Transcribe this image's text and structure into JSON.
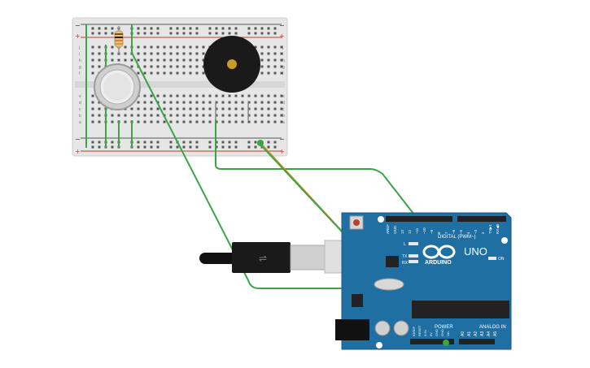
{
  "breadboard": {
    "row_letters_top": [
      "j",
      "i",
      "h",
      "g",
      "f"
    ],
    "row_letters_bottom": [
      "e",
      "d",
      "c",
      "b",
      "a"
    ],
    "rail_plus": "+",
    "rail_minus": "−",
    "column_count": 30
  },
  "arduino": {
    "logo_text": "ARDUINO",
    "model": "UNO",
    "digital_label": "DIGITAL (PWM~)",
    "power_label": "POWER",
    "analog_label": "ANALOG IN",
    "on_label": "ON",
    "led_labels": [
      "L",
      "TX",
      "RX"
    ],
    "top_pin_labels": [
      "AREF",
      "GND",
      "13",
      "12",
      "~11",
      "~10",
      "~9",
      "8",
      "7",
      "~6",
      "~5",
      "4",
      "~3",
      "2",
      "TX▶1",
      "RX◀0"
    ],
    "power_pin_labels": [
      "IOREF",
      "RESET",
      "3.3V",
      "5V",
      "GND",
      "GND",
      "Vin"
    ],
    "analog_pin_labels": [
      "A0",
      "A1",
      "A2",
      "A3",
      "A4",
      "A5"
    ]
  },
  "components": {
    "gas_sensor": "gas-sensor",
    "buzzer": "piezo-buzzer",
    "resistor": "resistor",
    "usb_cable": "usb-cable"
  },
  "colors": {
    "wire_green": "#3aa544",
    "wire_orange": "#e2892a",
    "board_blue": "#1f6fa3",
    "breadboard": "#e8e8e8"
  }
}
